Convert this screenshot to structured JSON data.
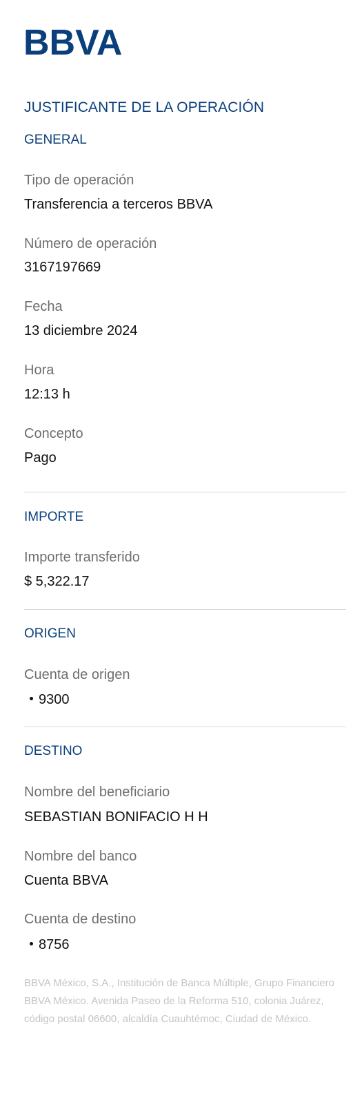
{
  "brand": {
    "logo_text": "BBVA",
    "color": "#0a3f7b"
  },
  "title": "JUSTIFICANTE DE LA OPERACIÓN",
  "general": {
    "heading": "GENERAL",
    "tipo_label": "Tipo de operación",
    "tipo_value": "Transferencia a terceros BBVA",
    "numero_label": "Número de operación",
    "numero_value": "3167197669",
    "fecha_label": "Fecha",
    "fecha_value": "13 diciembre 2024",
    "hora_label": "Hora",
    "hora_value": "12:13 h",
    "concepto_label": "Concepto",
    "concepto_value": "Pago"
  },
  "importe": {
    "heading": "IMPORTE",
    "transferido_label": "Importe transferido",
    "transferido_value": "$ 5,322.17"
  },
  "origen": {
    "heading": "ORIGEN",
    "cuenta_label": "Cuenta de origen",
    "cuenta_value": "9300"
  },
  "destino": {
    "heading": "DESTINO",
    "beneficiario_label": "Nombre del beneficiario",
    "beneficiario_value": "SEBASTIAN BONIFACIO H H",
    "banco_label": "Nombre del banco",
    "banco_value": "Cuenta BBVA",
    "cuenta_label": "Cuenta de destino",
    "cuenta_value": "8756"
  },
  "footer": "BBVA México, S.A., Institución de Banca Múltiple, Grupo Financiero BBVA México. Avenida Paseo de la Reforma 510, colonia Juárez, código postal 06600, alcaldía Cuauhtémoc, Ciudad de México."
}
